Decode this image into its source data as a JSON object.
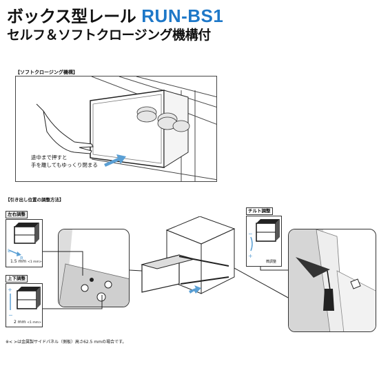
{
  "header": {
    "title": "ボックス型レール",
    "model": "RUN-BS1",
    "subtitle": "セルフ＆ソフトクロージング機構付"
  },
  "soft_close": {
    "section_label": "【ソフトクロージング機構】",
    "caption_line1": "途中まで押すと",
    "caption_line2": "手を離してもゆっくり閉まる"
  },
  "adjust": {
    "section_label": "【引き出し位置の調整方法】",
    "lr": {
      "label": "左右調整",
      "l": "L",
      "r": "R",
      "amount": "1.5 mm",
      "amount_note": "<1 mm>"
    },
    "ud": {
      "label": "上下調整",
      "amount": "2 mm",
      "amount_note": "<1 mm>"
    },
    "tilt": {
      "label": "チルト調整",
      "amount": "微調整",
      "minus": "−",
      "plus": "+"
    },
    "ud_minus": "−",
    "ud_plus": "+"
  },
  "footnote": "※< >は金属製サイドパネル（側板）高さ62.5 mmの場合です。",
  "colors": {
    "accent": "#1e78c8",
    "arrow": "#5a9fd4"
  }
}
